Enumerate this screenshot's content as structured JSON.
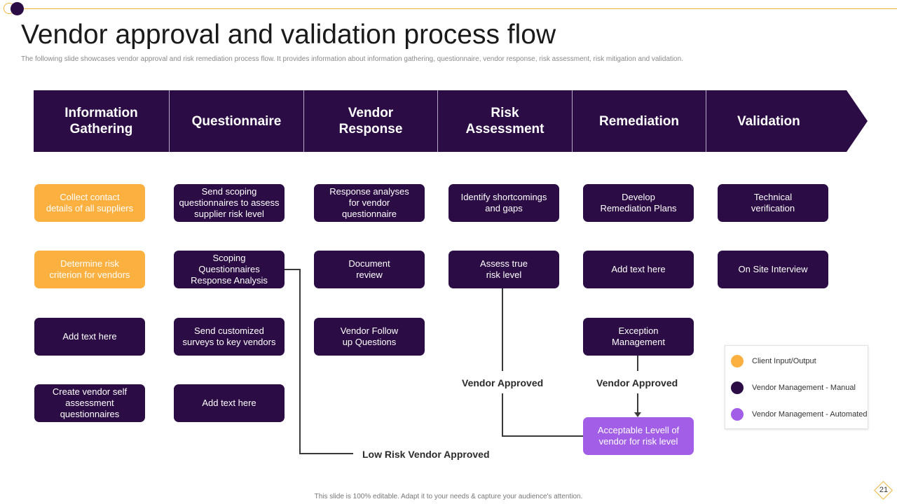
{
  "title": "Vendor approval and validation process flow",
  "subtitle": "The following slide showcases vendor approval and risk remediation process flow. It provides information about information gathering, questionnaire, vendor response, risk assessment, risk mitigation and validation.",
  "stages": [
    "Information\nGathering",
    "Questionnaire",
    "Vendor\nResponse",
    "Risk\nAssessment",
    "Remediation",
    "Validation"
  ],
  "columns": {
    "info": [
      "Collect contact\ndetails of all suppliers",
      "Determine risk\ncriterion for vendors",
      "Add text here",
      "Create vendor  self\nassessment\nquestionnaires"
    ],
    "questionnaire": [
      "Send scoping\nquestionnaires  to assess\nsupplier risk level",
      "Scoping\nQuestionnaires\nResponse Analysis",
      "Send customized\nsurveys to key vendors",
      "Add text here"
    ],
    "vendor_response": [
      "Response analyses\nfor vendor\nquestionnaire",
      "Document\nreview",
      "Vendor Follow\nup Questions"
    ],
    "risk": [
      "Identify shortcomings\nand gaps",
      "Assess true\nrisk level"
    ],
    "remediation": [
      "Develop\nRemediation Plans",
      "Add text here",
      "Exception\nManagement",
      "Acceptable Levell  of\nvendor  for risk level"
    ],
    "validation": [
      "Technical\nverification",
      "On Site Interview"
    ]
  },
  "flow_labels": {
    "vendor_approved_risk": "Vendor Approved",
    "vendor_approved_remediation": "Vendor Approved",
    "low_risk": "Low Risk Vendor Approved"
  },
  "legend": [
    {
      "label": "Client Input/Output",
      "color": "#fbb040"
    },
    {
      "label": "Vendor Management - Manual",
      "color": "#2b0c44"
    },
    {
      "label": "Vendor Management - Automated",
      "color": "#a35ee8"
    }
  ],
  "footer": "This slide is 100% editable.  Adapt it to your needs & capture your audience's attention.",
  "page_number": "21"
}
